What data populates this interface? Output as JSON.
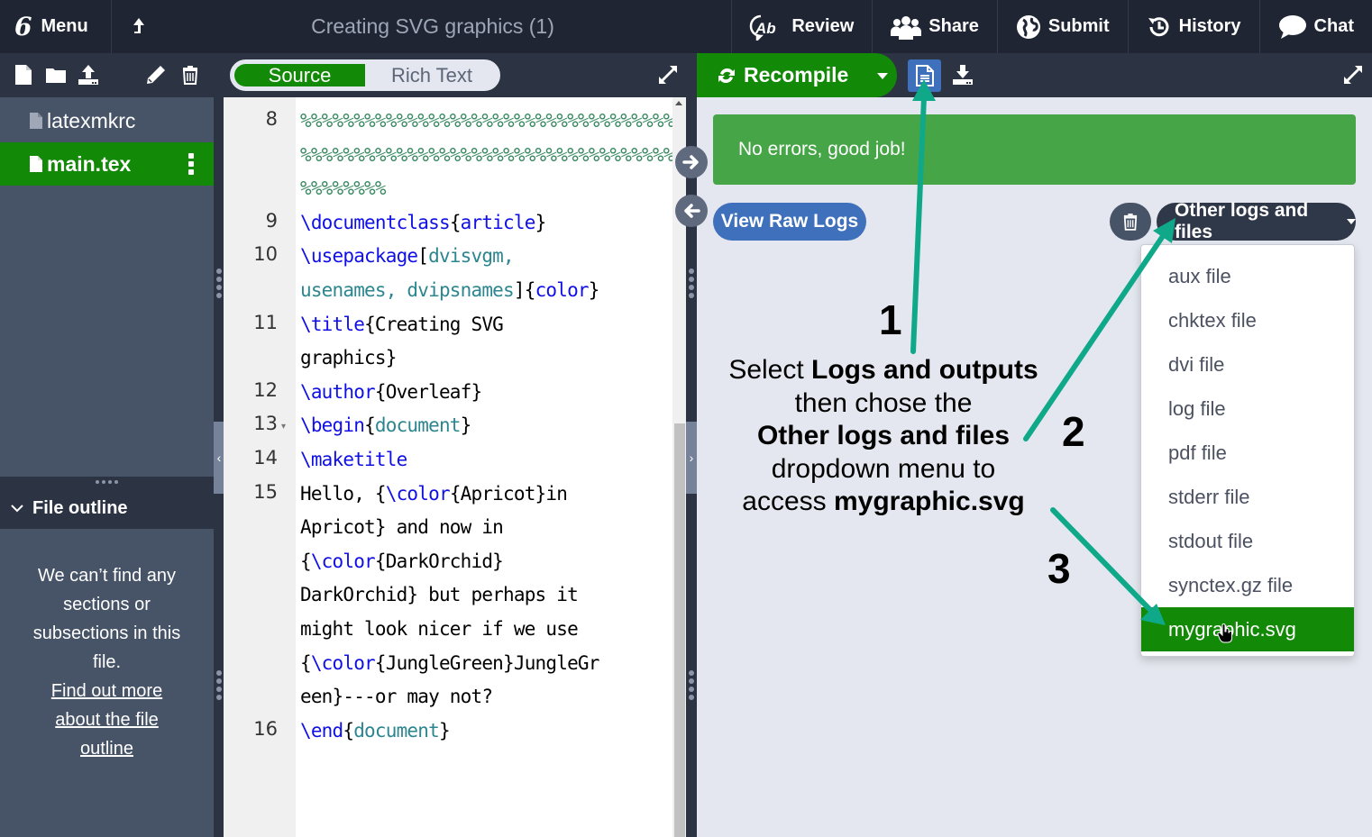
{
  "header": {
    "menu_label": "Menu",
    "title": "Creating SVG graphics (1)",
    "nav": [
      {
        "label": "Review",
        "icon": "review-icon"
      },
      {
        "label": "Share",
        "icon": "users-icon"
      },
      {
        "label": "Submit",
        "icon": "globe-icon"
      },
      {
        "label": "History",
        "icon": "history-icon"
      },
      {
        "label": "Chat",
        "icon": "chat-bubble-icon"
      }
    ]
  },
  "file_toolbar": {
    "icons": [
      "new-file-icon",
      "new-folder-icon",
      "upload-icon",
      "rename-pencil-icon",
      "delete-trash-icon"
    ]
  },
  "editor_toggle": {
    "source_label": "Source",
    "rich_text_label": "Rich Text",
    "active": "Source"
  },
  "file_tree": {
    "items": [
      {
        "name": "latexmkrc",
        "active": false
      },
      {
        "name": "main.tex",
        "active": true
      }
    ]
  },
  "file_outline": {
    "header": "File outline",
    "empty_message": "We can’t find any sections or subsections in this file.",
    "link_text": "Find out more about the file outline"
  },
  "editor": {
    "lines": [
      {
        "num": "8",
        "rows": [
          [
            {
              "t": "%%%%%%%%%%%%%%%%%%%%%%%%%%%%%%%%%%%%%%",
              "c": "cmt"
            }
          ],
          [
            {
              "t": "%%%%%%%%%%%%%%%%%%%%%%%%%%%%%%%%%%%%%%",
              "c": "cmt"
            }
          ],
          [
            {
              "t": "%%%%%%%%",
              "c": "cmt"
            }
          ]
        ]
      },
      {
        "num": "9",
        "rows": [
          [
            {
              "t": "\\documentclass",
              "c": "cmd"
            },
            {
              "t": "{",
              "c": ""
            },
            {
              "t": "article",
              "c": "cmd"
            },
            {
              "t": "}",
              "c": ""
            }
          ]
        ]
      },
      {
        "num": "10",
        "rows": [
          [
            {
              "t": "\\usepackage",
              "c": "cmd"
            },
            {
              "t": "[",
              "c": ""
            },
            {
              "t": "dvisvgm,",
              "c": "arg"
            }
          ],
          [
            {
              "t": "usenames, dvipsnames",
              "c": "arg"
            },
            {
              "t": "]{",
              "c": ""
            },
            {
              "t": "color",
              "c": "cmd"
            },
            {
              "t": "}",
              "c": ""
            }
          ]
        ]
      },
      {
        "num": "11",
        "rows": [
          [
            {
              "t": "\\title",
              "c": "cmd"
            },
            {
              "t": "{Creating SVG",
              "c": ""
            }
          ],
          [
            {
              "t": "graphics}",
              "c": ""
            }
          ]
        ]
      },
      {
        "num": "12",
        "rows": [
          [
            {
              "t": "\\author",
              "c": "cmd"
            },
            {
              "t": "{Overleaf}",
              "c": ""
            }
          ]
        ]
      },
      {
        "num": "13",
        "fold": true,
        "rows": [
          [
            {
              "t": "\\begin",
              "c": "cmd"
            },
            {
              "t": "{",
              "c": ""
            },
            {
              "t": "document",
              "c": "arg"
            },
            {
              "t": "}",
              "c": ""
            }
          ]
        ]
      },
      {
        "num": "14",
        "rows": [
          [
            {
              "t": "\\maketitle",
              "c": "cmd"
            }
          ]
        ]
      },
      {
        "num": "15",
        "rows": [
          [
            {
              "t": "Hello, {",
              "c": ""
            },
            {
              "t": "\\color",
              "c": "cmd"
            },
            {
              "t": "{Apricot}in",
              "c": ""
            }
          ],
          [
            {
              "t": "Apricot} and now in",
              "c": ""
            }
          ],
          [
            {
              "t": "{",
              "c": ""
            },
            {
              "t": "\\color",
              "c": "cmd"
            },
            {
              "t": "{DarkOrchid}",
              "c": ""
            }
          ],
          [
            {
              "t": "DarkOrchid} but perhaps it",
              "c": ""
            }
          ],
          [
            {
              "t": "might look nicer if we use",
              "c": ""
            }
          ],
          [
            {
              "t": "{",
              "c": ""
            },
            {
              "t": "\\color",
              "c": "cmd"
            },
            {
              "t": "{JungleGreen}JungleGr",
              "c": ""
            }
          ],
          [
            {
              "t": "een}---or may not?",
              "c": ""
            }
          ]
        ]
      },
      {
        "num": "16",
        "rows": [
          [
            {
              "t": "\\end",
              "c": "cmd"
            },
            {
              "t": "{",
              "c": ""
            },
            {
              "t": "document",
              "c": "arg"
            },
            {
              "t": "}",
              "c": ""
            }
          ]
        ]
      }
    ]
  },
  "pdf_toolbar": {
    "recompile_label": "Recompile",
    "logs_icon": "logs-document-icon",
    "download_icon": "download-icon"
  },
  "logs": {
    "status_message": "No errors, good job!",
    "view_raw_logs_label": "View Raw Logs",
    "other_logs_label": "Other logs and files",
    "dropdown_items": [
      {
        "label": "aux file",
        "highlighted": false
      },
      {
        "label": "chktex file",
        "highlighted": false
      },
      {
        "label": "dvi file",
        "highlighted": false
      },
      {
        "label": "log file",
        "highlighted": false
      },
      {
        "label": "pdf file",
        "highlighted": false
      },
      {
        "label": "stderr file",
        "highlighted": false
      },
      {
        "label": "stdout file",
        "highlighted": false
      },
      {
        "label": "synctex.gz file",
        "highlighted": false
      },
      {
        "label": "mygraphic.svg",
        "highlighted": true
      }
    ]
  },
  "annotation": {
    "step1": "1",
    "step2": "2",
    "step3": "3",
    "line1_a": "Select ",
    "line1_b": "Logs and outputs",
    "line2": "then chose the",
    "line3": "Other logs and files",
    "line4": "dropdown menu to",
    "line5_a": "access ",
    "line5_b": "mygraphic.svg",
    "arrow_color": "#0fa98a"
  },
  "colors": {
    "header_bg": "#1f2533",
    "toolbar_bg": "#2c3444",
    "sidebar_bg": "#475366",
    "brand_green": "#138a07",
    "success_green": "#46a546",
    "primary_blue": "#3e70bc",
    "pane_bg": "#e4e7ef"
  }
}
